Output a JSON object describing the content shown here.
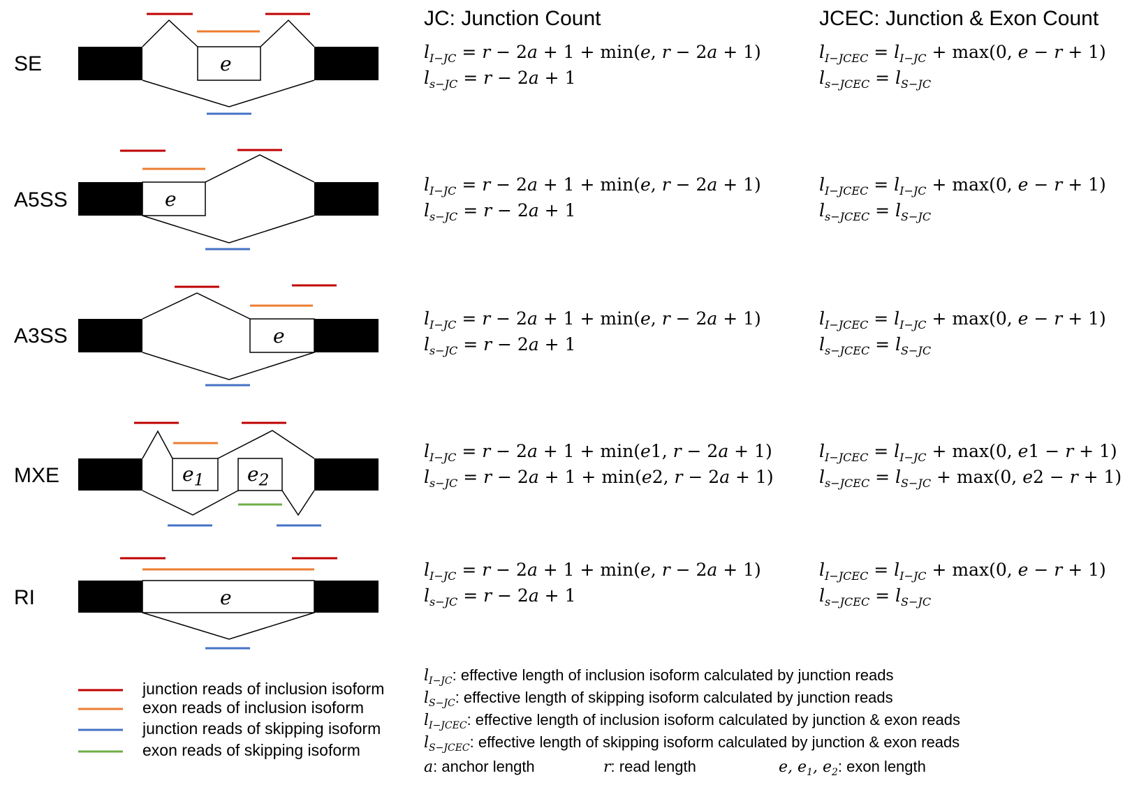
{
  "headers": {
    "jc": "JC: Junction Count",
    "jcec": "JCEC: Junction & Exon Count"
  },
  "events": [
    {
      "name": "SE",
      "exon_labels": [
        "e"
      ],
      "jc_l1": "l_{I−JC} = r − 2a + 1 + min(e, r − 2a + 1)",
      "jc_l2": "l_{s−JC} = r − 2a + 1",
      "jcec_l1": "l_{I−JCEC} = l_{I−JC} + max(0, e − r + 1)",
      "jcec_l2": "l_{s−JCEC} = l_{S−JC}"
    },
    {
      "name": "A5SS",
      "exon_labels": [
        "e"
      ],
      "jc_l1": "l_{I−JC} = r − 2a + 1 + min(e, r − 2a + 1)",
      "jc_l2": "l_{s−JC} = r − 2a + 1",
      "jcec_l1": "l_{I−JCEC} = l_{I−JC} + max(0, e − r + 1)",
      "jcec_l2": "l_{s−JCEC} = l_{S−JC}"
    },
    {
      "name": "A3SS",
      "exon_labels": [
        "e"
      ],
      "jc_l1": "l_{I−JC} = r − 2a + 1 + min(e, r − 2a + 1)",
      "jc_l2": "l_{s−JC} = r − 2a + 1",
      "jcec_l1": "l_{I−JCEC} = l_{I−JC} + max(0, e − r + 1)",
      "jcec_l2": "l_{s−JCEC} = l_{S−JC}"
    },
    {
      "name": "MXE",
      "exon_labels": [
        "e_1",
        "e_2"
      ],
      "jc_l1": "l_{I−JC} = r − 2a + 1 + min(e1, r − 2a + 1)",
      "jc_l2": "l_{s−JC} = r − 2a + 1 + min(e2, r − 2a + 1)",
      "jcec_l1": "l_{I−JCEC} = l_{I−JC} + max(0, e1 − r + 1)",
      "jcec_l2": "l_{s−JCEC} = l_{S−JC} + max(0, e2 − r + 1)"
    },
    {
      "name": "RI",
      "exon_labels": [
        "e"
      ],
      "jc_l1": "l_{I−JC} = r − 2a + 1 + min(e, r − 2a + 1)",
      "jc_l2": "l_{s−JC} = r − 2a + 1",
      "jcec_l1": "l_{I−JCEC} = l_{I−JC} + max(0, e − r + 1)",
      "jcec_l2": "l_{s−JCEC} = l_{S−JC}"
    }
  ],
  "legend": [
    {
      "label": "junction reads of inclusion isoform",
      "color": "#c00000"
    },
    {
      "label": "exon reads of inclusion isoform",
      "color": "#ed7d31"
    },
    {
      "label": "junction reads of skipping isoform",
      "color": "#4472c4"
    },
    {
      "label": "exon reads of skipping isoform",
      "color": "#70ad47"
    }
  ],
  "definitions": [
    {
      "symbol": "l_{I−JC}",
      "text": ": effective length of inclusion isoform calculated by junction reads"
    },
    {
      "symbol": "l_{S−JC}",
      "text": ": effective length of skipping isoform calculated by junction reads"
    },
    {
      "symbol": "l_{I−JCEC}",
      "text": ": effective length of inclusion isoform calculated by junction & exon reads"
    },
    {
      "symbol": "l_{S−JCEC}",
      "text": ": effective length of skipping isoform calculated by junction & exon reads"
    }
  ],
  "glossary": [
    {
      "symbol": "a",
      "text": ": anchor length"
    },
    {
      "symbol": "r",
      "text": ": read length"
    },
    {
      "symbol": "e, e_1, e_2",
      "text": ": exon length"
    }
  ]
}
